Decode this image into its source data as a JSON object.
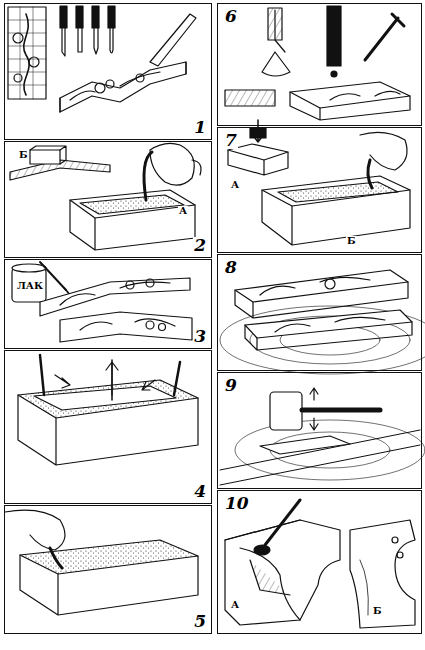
{
  "diagram": {
    "nodes": [
      {
        "text": [
          "1"
        ]
      },
      {
        "text": [
          "2"
        ]
      },
      {
        "text": [
          "3"
        ]
      },
      {
        "text": [
          "4"
        ]
      },
      {
        "text": [
          "5"
        ]
      },
      {
        "text": [
          "6"
        ]
      },
      {
        "text": [
          "7"
        ]
      },
      {
        "text": [
          "8"
        ]
      },
      {
        "text": [
          "9"
        ]
      },
      {
        "text": [
          "10"
        ]
      }
    ],
    "labels": [
      "Б",
      "А",
      "ЛАК",
      "А",
      "Б",
      "А",
      "Б"
    ]
  }
}
